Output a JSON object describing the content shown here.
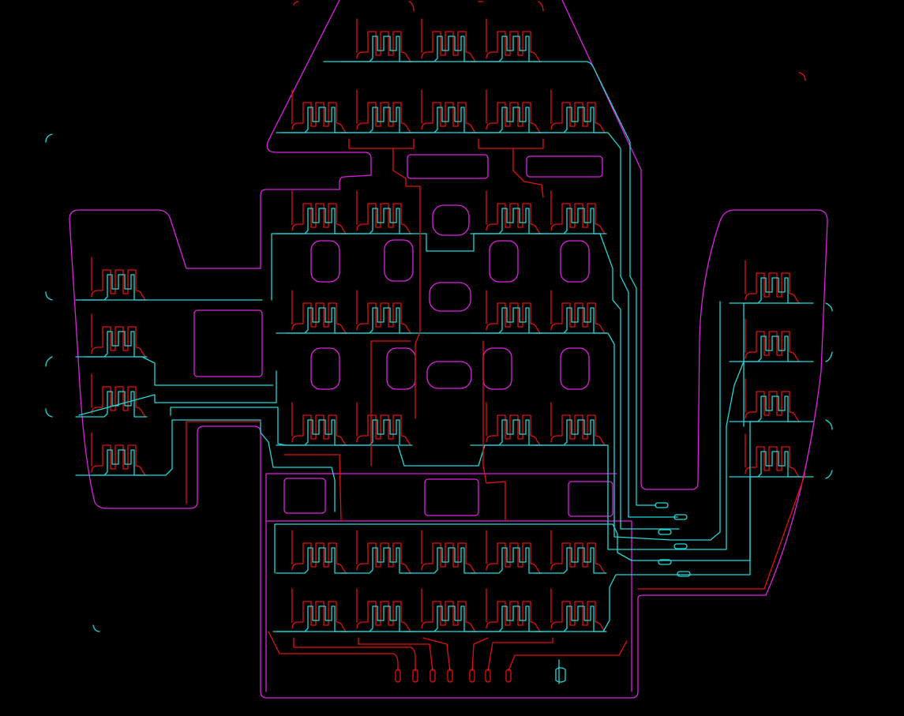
{
  "colors": {
    "background": "#000000",
    "outline": "#e020e0",
    "heater_red": "#e01010",
    "heater_cyan": "#20d8d8"
  },
  "layers": {
    "outline": "board-outline",
    "red": "heater-trace-red",
    "cyan": "heater-trace-cyan"
  }
}
